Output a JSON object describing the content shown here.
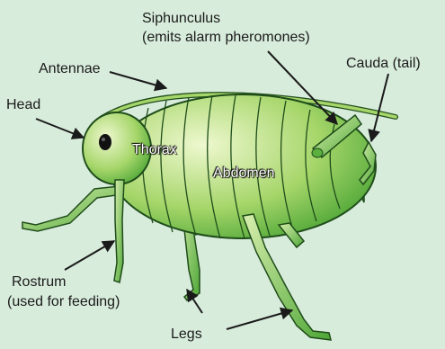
{
  "labels": {
    "siphunculus": "Siphunculus",
    "siphunculus_note": "(emits alarm pheromones)",
    "antennae": "Antennae",
    "cauda": "Cauda (tail)",
    "head": "Head",
    "thorax": "Thorax",
    "abdomen": "Abdomen",
    "rostrum": "Rostrum",
    "rostrum_note": "(used for feeding)",
    "legs": "Legs"
  },
  "colors": {
    "background": "#d8ecdc",
    "body_light": "#e9f6c8",
    "body_dark": "#3f9e2e",
    "outline": "#1f4d1a",
    "text": "#1a1a1a"
  }
}
